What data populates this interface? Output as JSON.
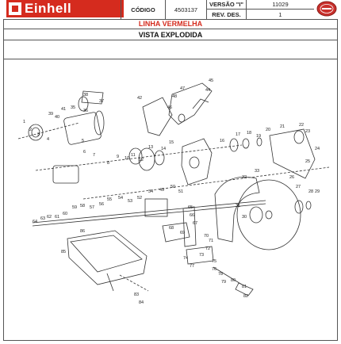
{
  "header": {
    "brand": "Einhell",
    "codigo_label": "CÓDIGO",
    "codigo_value": "4503137",
    "versao_label": "VERSÃO \"I\"",
    "versao_value": "11029",
    "rev_label": "REV. DES.",
    "rev_value": "1"
  },
  "lines": {
    "product_line": "LINHA VERMELHA",
    "view_title": "VISTA EXPLODIDA"
  },
  "colors": {
    "brand_red": "#d52b1e",
    "line_red_text": "#d52b1e",
    "drawing": "#333333"
  },
  "callouts": [
    "45",
    "44",
    "47",
    "48",
    "46",
    "42",
    "37",
    "38",
    "36",
    "35",
    "41",
    "40",
    "39",
    "1",
    "2",
    "3",
    "4",
    "5",
    "6",
    "7",
    "8",
    "9",
    "10",
    "11",
    "12",
    "13",
    "14",
    "15",
    "16",
    "17",
    "18",
    "19",
    "20",
    "21",
    "22",
    "23",
    "24",
    "25",
    "26",
    "27",
    "28",
    "29",
    "30",
    "31",
    "32",
    "33",
    "34",
    "49",
    "50",
    "51",
    "52",
    "53",
    "54",
    "55",
    "56",
    "57",
    "58",
    "59",
    "60",
    "61",
    "62",
    "63",
    "64",
    "65",
    "66",
    "67",
    "68",
    "69",
    "70",
    "71",
    "72",
    "73",
    "74",
    "75",
    "76",
    "77",
    "78",
    "79",
    "80",
    "81",
    "82",
    "83",
    "84",
    "85",
    "86"
  ]
}
